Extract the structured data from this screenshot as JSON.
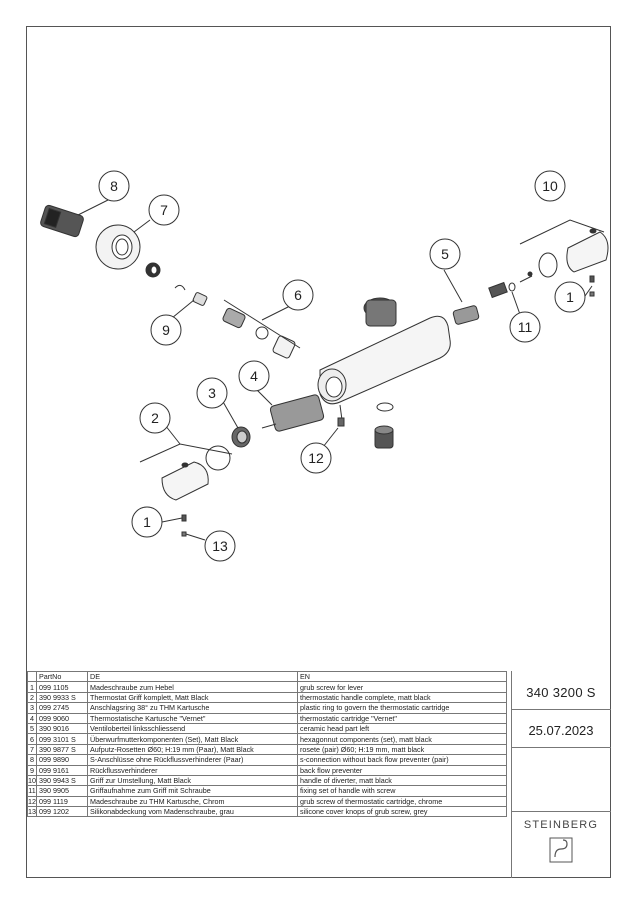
{
  "callouts": [
    "8",
    "7",
    "9",
    "6",
    "5",
    "10",
    "1",
    "11",
    "2",
    "3",
    "4",
    "12",
    "1",
    "13"
  ],
  "table": {
    "headers": [
      "",
      "PartNo",
      "DE",
      "EN"
    ],
    "rows": [
      {
        "num": "1",
        "part": "099 1105",
        "de": "Madeschraube zum Hebel",
        "en": "grub screw for lever"
      },
      {
        "num": "2",
        "part": "390 9933 S",
        "de": "Thermostat Griff komplett, Matt Black",
        "en": "thermostatic handle complete, matt black"
      },
      {
        "num": "3",
        "part": "099 2745",
        "de": "Anschlagsring 38° zu THM Kartusche",
        "en": "plastic ring to govern the thermostatic cartridge"
      },
      {
        "num": "4",
        "part": "099 9060",
        "de": "Thermostatische Kartusche \"Vernet\"",
        "en": "thermostatic cartridge \"Vernet\""
      },
      {
        "num": "5",
        "part": "390 9016",
        "de": "Ventiloberteil linksschliessend",
        "en": "ceramic head part left"
      },
      {
        "num": "6",
        "part": "099 3101 S",
        "de": "Überwurfmutterkomponenten (Set), Matt Black",
        "en": "hexagonnut components (set), matt black"
      },
      {
        "num": "7",
        "part": "390 9877 S",
        "de": "Aufputz-Rosetten Ø60; H:19 mm (Paar), Matt Black",
        "en": "rosete (pair) Ø60; H:19 mm, matt black"
      },
      {
        "num": "8",
        "part": "099 9890",
        "de": "S-Anschlüsse ohne Rückflussverhinderer (Paar)",
        "en": "s-connection without back flow preventer (pair)"
      },
      {
        "num": "9",
        "part": "099 9161",
        "de": "Rückflussverhinderer",
        "en": "back flow preventer"
      },
      {
        "num": "10",
        "part": "390 9943 S",
        "de": "Griff zur Umstellung, Matt Black",
        "en": "handle of diverter, matt black"
      },
      {
        "num": "11",
        "part": "390 9905",
        "de": "Griffaufnahme zum Griff mit Schraube",
        "en": "fixing set of handle with screw"
      },
      {
        "num": "12",
        "part": "099 1119",
        "de": "Madeschraube zu THM Kartusche, Chrom",
        "en": "grub screw of thermostatic cartridge, chrome"
      },
      {
        "num": "13",
        "part": "099 1202",
        "de": "Silikonabdeckung vom Madenschraube, grau",
        "en": "silicone cover knops of grub screw, grey"
      }
    ]
  },
  "side": {
    "article_number": "340 3200 S",
    "date": "25.07.2023",
    "brand": "STEINBERG"
  }
}
